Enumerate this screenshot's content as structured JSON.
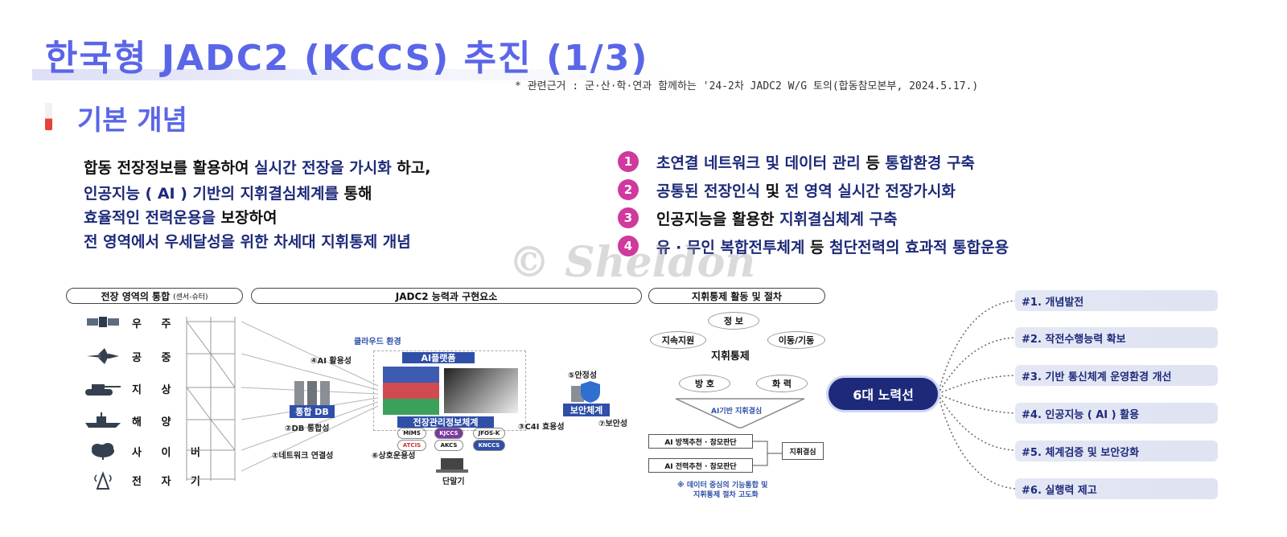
{
  "title": "한국형 JADC2 (KCCS) 추진 (1/3)",
  "source_note": "* 관련근거 : 군·산·학·연과 함께하는 '24-2차 JADC2 W/G 토의(합동참모본부, 2024.5.17.)",
  "section_title": "기본 개념",
  "concept": {
    "line1_a": "합동 전장정보를 활용하여 ",
    "line1_b": "실시간 전장을 가시화",
    "line1_c": " 하고,",
    "line2_a": "인공지능 ( AI ) 기반의 지휘결심체계를",
    "line2_b": " 통해",
    "line3_a": "효율적인 전력운용을",
    "line3_b": " 보장하여",
    "line4": "전 영역에서 우세달성을 위한 차세대 지휘통제 개념"
  },
  "goals": [
    {
      "num": "1",
      "text_a": "초연결 네트워크 및 데이터 관리",
      "text_b": " 등 ",
      "text_c": "통합환경 구축"
    },
    {
      "num": "2",
      "text_a": "공통된 전장인식",
      "text_b": " 및 ",
      "text_c": "전 영역 실시간 전장가시화"
    },
    {
      "num": "3",
      "text_a": "인공지능을 활용한 ",
      "text_b": "",
      "text_c": "지휘결심체계 구축"
    },
    {
      "num": "4",
      "text_a": "유 · 무인 복합전투체계",
      "text_b": " 등 ",
      "text_c": "첨단전력의 효과적 통합운용"
    }
  ],
  "watermark": "© Sheldon",
  "diagram": {
    "panel1_header": "전장 영역의 통합",
    "panel1_header_sub": "(센서-슈터)",
    "panel2_header": "JADC2 능력과 구현요소",
    "panel3_header": "지휘통제 활동 및 절차",
    "domains": [
      "우 주",
      "공 중",
      "지 상",
      "해 양",
      "사 이 버",
      "전 자 기"
    ],
    "cloud_label": "클라우드 환경",
    "ai_platform": "AI플랫폼",
    "integrated_db": "통합 DB",
    "security_system": "보안체계",
    "battle_mgmt": "전장관리정보체계",
    "terminal": "단말기",
    "capabilities": [
      "④AI 활용성",
      "⑤안정성",
      "②DB 통합성",
      "⑦보안성",
      "③C4I 효용성",
      "①네트워크 연결성",
      "⑥상호운용성"
    ],
    "systems": [
      "MIMS",
      "KJCCS",
      "JFOS-K",
      "ATCIS",
      "AKCS",
      "KNCCS"
    ],
    "c2": {
      "center": "지휘통제",
      "nodes": [
        "정 보",
        "지속지원",
        "이동/기동",
        "방 호",
        "화 력"
      ],
      "ai_decision": "AI기반 지휘결심",
      "box1": "AI 방책추천 · 참모판단",
      "box2": "AI 전력추천 · 참모판단",
      "decision": "지휘결심",
      "note_line1": "※ 데이터 중심의 기능통합 및",
      "note_line2": "지휘통제 절차 고도화"
    }
  },
  "hub_label": "6대 노력선",
  "efforts": [
    "#1. 개념발전",
    "#2. 작전수행능력 확보",
    "#3. 기반 통신체계 운영환경 개선",
    "#4. 인공지능 ( AI ) 활용",
    "#5. 체계검증 및 보안강화",
    "#6. 실행력 제고"
  ],
  "colors": {
    "title": "#5a66e8",
    "navy": "#1d2a7a",
    "magenta_badge": "#d0399d",
    "marker_red": "#e8413a"
  }
}
